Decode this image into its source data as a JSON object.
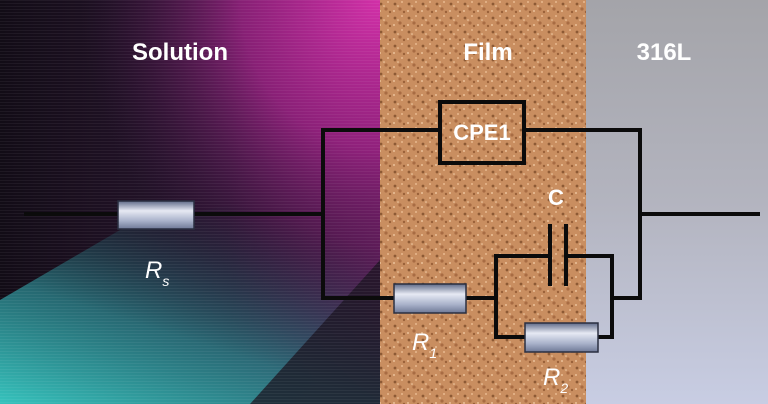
{
  "regions": {
    "solution": "Solution",
    "film": "Film",
    "metal": "316L"
  },
  "components": {
    "cpe": "CPE1",
    "capacitor": "C",
    "rs": {
      "symbol": "R",
      "sub": "s"
    },
    "r1": {
      "symbol": "R",
      "sub": "1"
    },
    "r2": {
      "symbol": "R",
      "sub": "2"
    }
  },
  "colors": {
    "solution_dark": "#1e1424",
    "solution_magenta": "#c02a9a",
    "solution_teal": "#2fb6b0",
    "film": "#c88b5c",
    "metal_top": "#a8a8ad",
    "metal_bottom": "#c5cae0",
    "resistor_light": "#e6e9f3",
    "resistor_dark": "#7e89a8",
    "wire": "#0b0b0b"
  }
}
